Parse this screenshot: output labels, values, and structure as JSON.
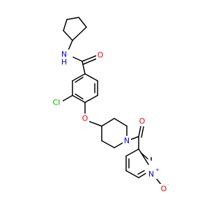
{
  "molecule": {
    "atoms": {
      "amide_n": {
        "symbol": "N",
        "h": "H",
        "color": "#0000ff"
      },
      "amide_o": {
        "symbol": "O",
        "color": "#ff0000"
      },
      "chloro": {
        "symbol": "Cl",
        "color": "#00b000"
      },
      "ether_o": {
        "symbol": "O",
        "color": "#ff0000"
      },
      "piperidine_n": {
        "symbol": "N",
        "color": "#0000ff"
      },
      "carbonyl_o": {
        "symbol": "O",
        "color": "#ff0000"
      },
      "pyridine_n": {
        "symbol": "N",
        "charge": "+",
        "color": "#0000ff"
      },
      "oxide_o": {
        "symbol": "O",
        "charge": "·",
        "color": "#ff0000"
      }
    }
  }
}
